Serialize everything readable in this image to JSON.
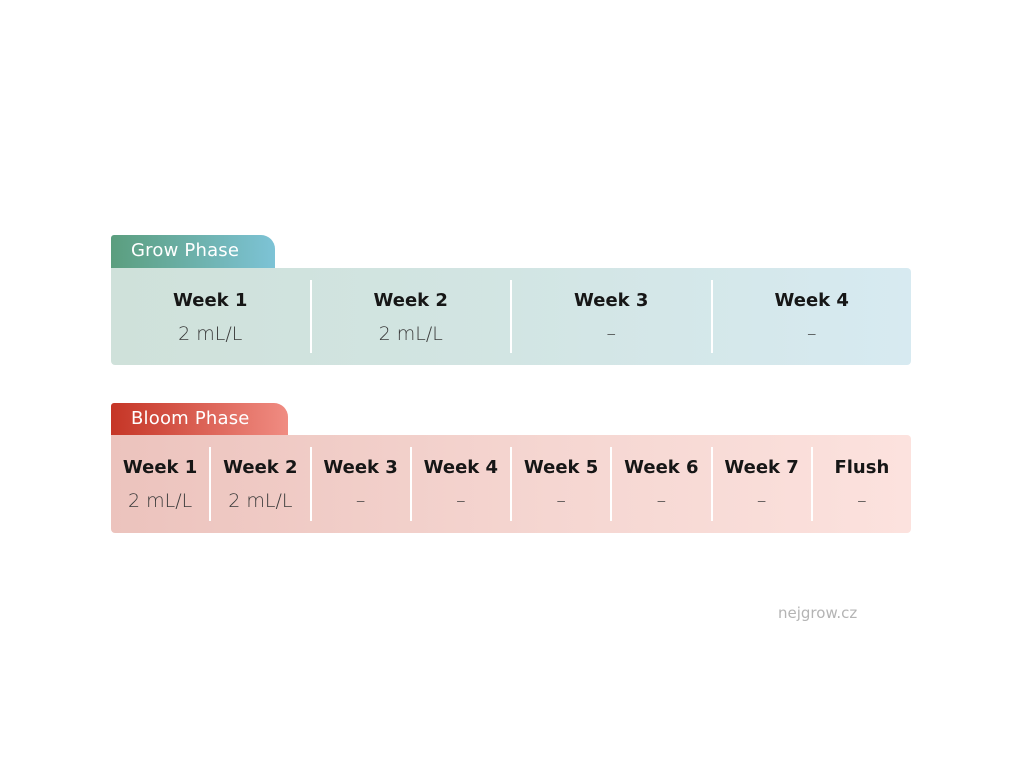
{
  "grow": {
    "tab_label": "Grow Phase",
    "weeks": [
      {
        "label": "Week 1",
        "value": "2 mL/L"
      },
      {
        "label": "Week 2",
        "value": "2 mL/L"
      },
      {
        "label": "Week 3",
        "value": "–"
      },
      {
        "label": "Week 4",
        "value": "–"
      }
    ]
  },
  "bloom": {
    "tab_label": "Bloom Phase",
    "weeks": [
      {
        "label": "Week 1",
        "value": "2 mL/L"
      },
      {
        "label": "Week 2",
        "value": "2 mL/L"
      },
      {
        "label": "Week 3",
        "value": "–"
      },
      {
        "label": "Week 4",
        "value": "–"
      },
      {
        "label": "Week 5",
        "value": "–"
      },
      {
        "label": "Week 6",
        "value": "–"
      },
      {
        "label": "Week 7",
        "value": "–"
      },
      {
        "label": "Flush",
        "value": "–"
      }
    ]
  },
  "footer": {
    "text": "nejgrow.cz"
  },
  "colors": {
    "grow_start": "#5b9e7e",
    "grow_end": "#7dc3d6",
    "bloom_start": "#c53526",
    "bloom_end": "#f08c82"
  }
}
